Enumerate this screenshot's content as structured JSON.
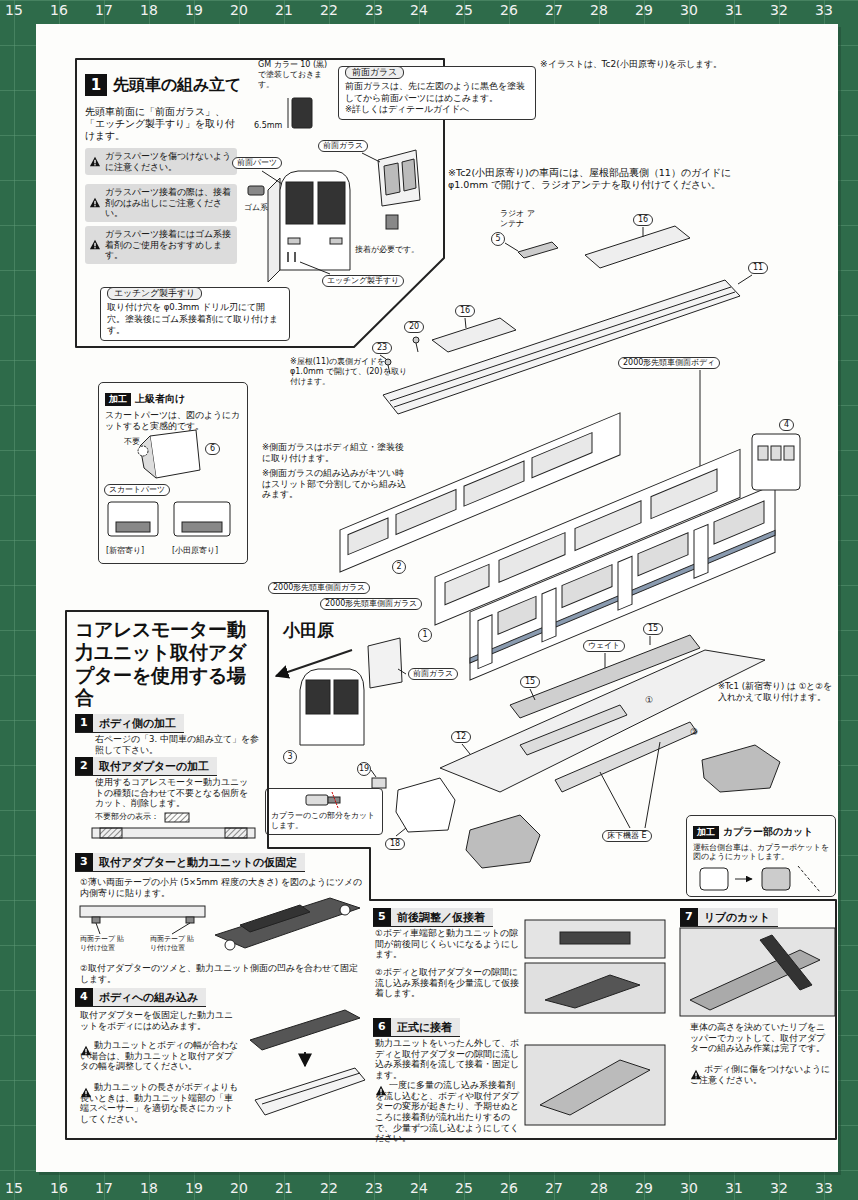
{
  "diagram": {
    "nodes": [
      {
        "text": [
          "1",
          "先頭車の組み立て",
          "先頭車前面に「前面ガラス」、「エッチング製手すり」を取り付けます。"
        ]
      },
      {
        "text": [
          "ガラスパーツを傷つけないように注意ください。"
        ],
        "in": 0
      },
      {
        "text": [
          "ガラスパーツ接着の際は、接着剤のはみ出しにご注意ください。"
        ],
        "in": 0
      },
      {
        "text": [
          "ガラスパーツ接着にはゴム系接着剤のご使用をおすすめします。"
        ],
        "in": 0
      },
      {
        "text": [
          "エッチング製手すり",
          "取り付け穴を φ0.3mm ドリル刃にて開穴。塗装後にゴム系接着剤にて取り付けます。"
        ],
        "in": 0
      },
      {
        "text": [
          "前面ガラス",
          "前面ガラスは、先に左図のように黒色を塗装してから前面パーツにはめこみます。",
          "※詳しくはディテールガイドへ"
        ]
      },
      {
        "text": [
          "加工",
          "上級者向け",
          "スカートパーツは、図のようにカットすると実感的です。"
        ]
      },
      {
        "text": [
          "カプラーのこの部分をカットします。"
        ]
      },
      {
        "text": [
          "加工",
          "カプラー部のカット",
          "運転台側台車は、カプラーポケットを図のようにカットします。"
        ]
      },
      {
        "text": [
          "コアレスモーター動力ユニット取付アダプターを使用する場合"
        ]
      },
      {
        "text": [
          "1",
          "ボディ側の加工"
        ],
        "in": 9
      },
      {
        "text": [
          "2",
          "取付アダプターの加工"
        ],
        "in": 9
      },
      {
        "text": [
          "3",
          "取付アダプターと動力ユニットの仮固定"
        ],
        "in": 9
      },
      {
        "text": [
          "4",
          "ボディへの組み込み"
        ],
        "in": 9
      },
      {
        "text": [
          "5",
          "前後調整／仮接着"
        ],
        "in": 9
      },
      {
        "text": [
          "6",
          "正式に接着"
        ],
        "in": 9
      },
      {
        "text": [
          "7",
          "リブのカット"
        ],
        "in": 9
      }
    ],
    "labels": [
      "GM カラー 10 (黒) で塗装しておきます。",
      "6.5mm",
      "前面ガラス",
      "前面パーツ",
      "ゴム系",
      "接着が必要です。",
      "エッチング製手すり",
      "※イラストは、Tc2(小田原寄り)を示します。",
      "※Tc2(小田原寄り)の車両には、屋根部品裏側（11）のガイドに φ1.0mm で開けて、ラジオアンテナを取り付けてください。",
      "ラジオ アンテナ",
      "5",
      "16",
      "11",
      "16",
      "20",
      "23",
      "※屋根(11)の裏側ガイドを φ1.0mm で開けて、(20)を取り付けます。",
      "2000形先頭車側面ボディ",
      "4",
      "不要",
      "6",
      "スカートパーツ",
      "[新宿寄り]",
      "[小田原寄り]",
      "※側面ガラスはボディ組立・塗装後に取り付けます。",
      "※側面ガラスの組み込みがキツい時はスリット部で分割してから組み込みます。",
      "2",
      "2000形先頭車側面ガラス",
      "1",
      "2000形先頭車側面ガラス",
      "小田原",
      "前面ガラス",
      "3",
      "15",
      "ウェイト",
      "15",
      "①",
      "②",
      "12",
      "19",
      "18",
      "床下機器 E",
      "※Tc1 (新宿寄り) は ①と②を入れかえて取り付けます。",
      "右ページの「3. 中間車の組み立て」を参照して下さい。",
      "使用するコアレスモーター動力ユニットの種類に合わせて不要となる個所をカット、削除します。",
      "不要部分の表示：",
      "①薄い両面テープの小片 (5×5mm 程度の大きさ) を図のようにツメの内側寄りに貼ります。",
      "両面テープ 貼り付け位置",
      "両面テープ 貼り付け位置",
      "②取付アダプターのツメと、動力ユニット側面の凹みを合わせて固定します。",
      "取付アダプターを仮固定した動力ユニットをボディにはめ込みます。",
      "動力ユニットとボディの幅が合わない場合は、動力ユニットと取付アダプタの幅を調整してください。",
      "動力ユニットの長さがボディよりも長いときは、動力ユニット端部の「車端スペーサー」を適切な長さにカットしてください。",
      "①ボディ車端部と動力ユニットの隙間が前後同じくらいになるようにします。",
      "②ボディと取付アダプターの隙間に流し込み系接着剤を少量流して仮接着します。",
      "動力ユニットをいったん外して、ボディと取付アダプターの隙間に流し込み系接着剤を流して接着・固定します。",
      "一度に多量の流し込み系接着剤を流し込むと、ボディや取付アダプターの変形が起きたり、予期せぬところに接着剤が流れ出たりするので、少量ずつ流し込むようにしてください。",
      "車体の高さを決めていたリブをニッパーでカットして、取付アダプターの組み込み作業は完了です。",
      "ボディ側に傷をつけないようにご注意ください。",
      "15",
      "16",
      "17",
      "18",
      "19",
      "20",
      "21",
      "22",
      "23",
      "24",
      "25",
      "26",
      "27",
      "28",
      "29",
      "30",
      "31",
      "32",
      "33",
      "15",
      "16",
      "17",
      "18",
      "19",
      "20",
      "21",
      "22",
      "23",
      "24",
      "25",
      "26",
      "27",
      "28",
      "29",
      "30",
      "31",
      "32",
      "33"
    ]
  }
}
